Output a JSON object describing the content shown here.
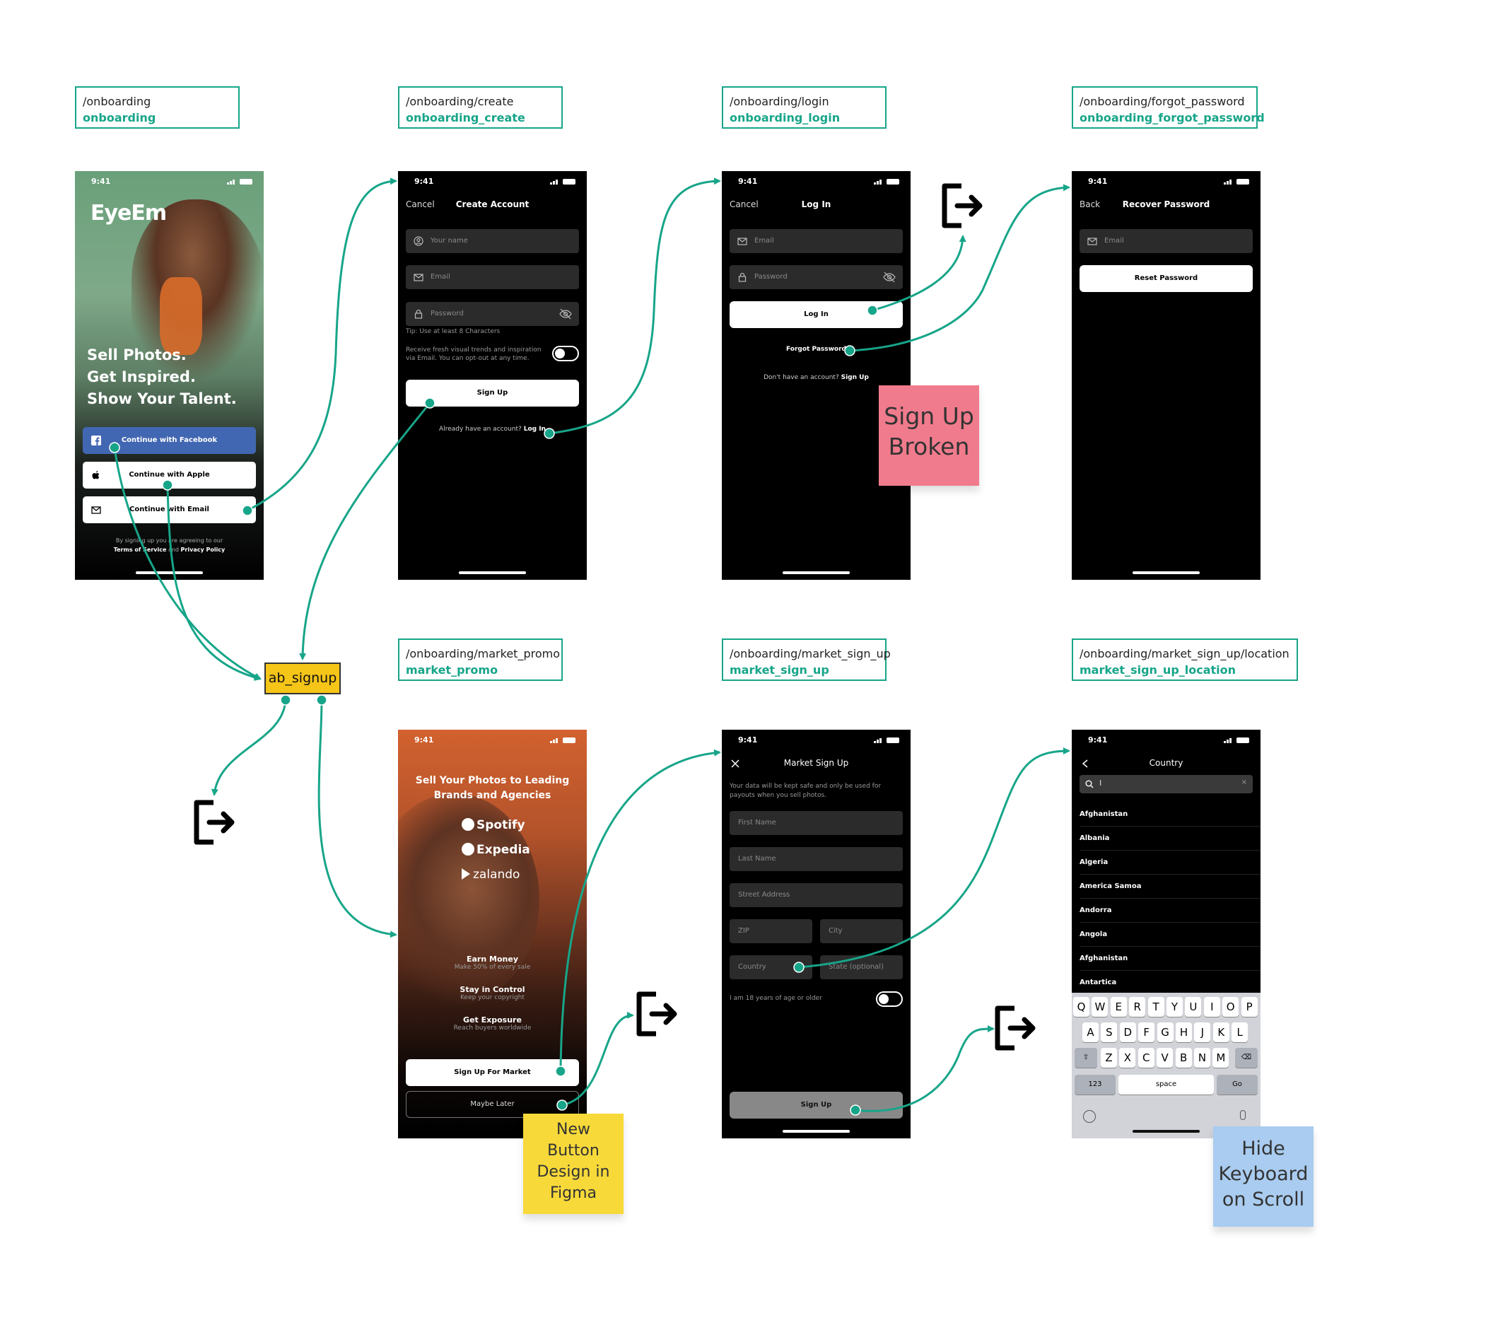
{
  "routes": [
    {
      "path": "/onboarding",
      "name": "onboarding"
    },
    {
      "path": "/onboarding/create",
      "name": "onboarding_create"
    },
    {
      "path": "/onboarding/login",
      "name": "onboarding_login"
    },
    {
      "path": "/onboarding/forgot_password",
      "name": "onboarding_forgot_password"
    },
    {
      "path": "/onboarding/market_promo",
      "name": "market_promo"
    },
    {
      "path": "/onboarding/market_sign_up",
      "name": "market_sign_up"
    },
    {
      "path": "/onboarding/market_sign_up/location",
      "name": "market_sign_up_location"
    }
  ],
  "status_time": "9:41",
  "onboarding": {
    "logo": "EyeEm",
    "headline": [
      "Sell Photos.",
      "Get Inspired.",
      "Show Your Talent."
    ],
    "facebook": "Continue with Facebook",
    "apple": "Continue with Apple",
    "email": "Continue with Email",
    "legal1": "By signing up you are agreeing to our",
    "terms": "Terms of Service",
    "and": "and",
    "privacy": "Privacy Policy"
  },
  "create": {
    "cancel": "Cancel",
    "title": "Create Account",
    "name_ph": "Your name",
    "email_ph": "Email",
    "password_ph": "Password",
    "tip": "Tip: Use at least 8 Characters",
    "optin1": "Receive fresh visual trends and inspiration",
    "optin2": "via Email.  You can opt-out at any time.",
    "signup": "Sign Up",
    "already": "Already have an account?",
    "login": "Log In"
  },
  "login": {
    "cancel": "Cancel",
    "title": "Log In",
    "email_ph": "Email",
    "password_ph": "Password",
    "login_btn": "Log In",
    "forgot": "Forgot Password",
    "noaccount": "Don't have an account?",
    "signup": "Sign Up"
  },
  "forgot": {
    "back": "Back",
    "title": "Recover Password",
    "email_ph": "Email",
    "reset": "Reset Password"
  },
  "promo": {
    "headline1": "Sell Your Photos to Leading",
    "headline2": "Brands and Agencies",
    "brands": [
      "Spotify",
      "Expedia",
      "zalando"
    ],
    "f1_title": "Earn Money",
    "f1_sub": "Make 50% of every sale",
    "f2_title": "Stay in Control",
    "f2_sub": "Keep your copyright",
    "f3_title": "Get Exposure",
    "f3_sub": "Reach buyers worldwide",
    "signup": "Sign Up For Market",
    "later": "Maybe Later"
  },
  "market": {
    "title": "Market Sign Up",
    "desc1": "Your data will be kept safe and only be used for",
    "desc2": "payouts when you sell photos.",
    "first": "First Name",
    "last": "Last Name",
    "street": "Street Address",
    "zip": "ZIP",
    "city": "City",
    "country": "Country",
    "state": "State (optional)",
    "age": "I am 18 years of age or older",
    "signup": "Sign Up"
  },
  "location": {
    "title": "Country",
    "search_value": "I",
    "clear": "×",
    "countries": [
      "Afghanistan",
      "Albania",
      "Algeria",
      "America Samoa",
      "Andorra",
      "Angola",
      "Afghanistan",
      "Antartica"
    ],
    "row1": [
      "Q",
      "W",
      "E",
      "R",
      "T",
      "Y",
      "U",
      "I",
      "O",
      "P"
    ],
    "row2": [
      "A",
      "S",
      "D",
      "F",
      "G",
      "H",
      "J",
      "K",
      "L"
    ],
    "row3": [
      "Z",
      "X",
      "C",
      "V",
      "B",
      "N",
      "M"
    ],
    "k123": "123",
    "space": "space",
    "go": "Go"
  },
  "ab_node": "ab_signup",
  "notes": {
    "broken": [
      "Sign Up",
      "Broken"
    ],
    "button": [
      "New",
      "Button",
      "Design in",
      "Figma"
    ],
    "keyboard": [
      "Hide",
      "Keyboard",
      "on Scroll"
    ]
  },
  "colors": {
    "connector": "#17a589",
    "ab_fill": "#f5c518",
    "note_pink": "#f07b8c",
    "note_yellow": "#f7d93a",
    "note_blue": "#a9ccf0",
    "facebook": "#4267b2"
  }
}
